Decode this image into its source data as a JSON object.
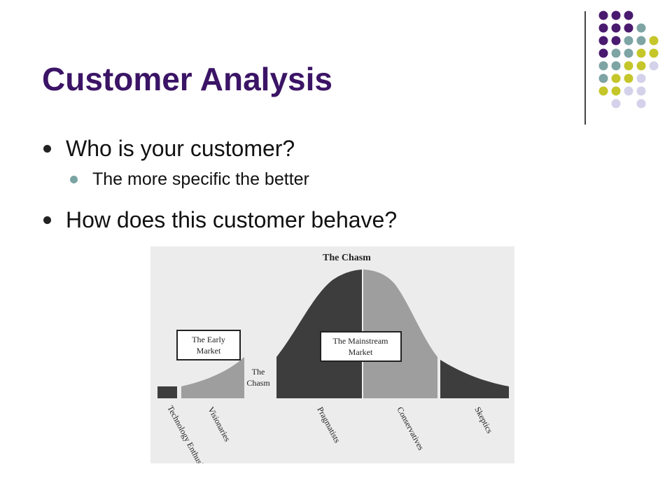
{
  "slide": {
    "title": "Customer Analysis",
    "bullets": [
      {
        "text": "Who is your customer?",
        "level": 1
      },
      {
        "text": "The more specific the better",
        "level": 2
      },
      {
        "text": "How does this customer behave?",
        "level": 1
      }
    ]
  },
  "decoration": {
    "dot_colors": {
      "purple": "#4a1a6e",
      "teal": "#7ea4a4",
      "olive": "#c5c62a",
      "lavender": "#d4d2ea"
    },
    "dot_rows": [
      [
        "purple",
        "purple",
        "purple"
      ],
      [
        "purple",
        "purple",
        "purple",
        "teal"
      ],
      [
        "purple",
        "purple",
        "teal",
        "teal",
        "olive"
      ],
      [
        "purple",
        "teal",
        "teal",
        "olive",
        "olive"
      ],
      [
        "teal",
        "teal",
        "olive",
        "olive",
        "lavender"
      ],
      [
        "teal",
        "olive",
        "olive",
        "lavender"
      ],
      [
        "olive",
        "olive",
        "lavender",
        "lavender"
      ],
      [
        "lavender",
        "lavender"
      ]
    ]
  },
  "diagram": {
    "top_label": "The Chasm",
    "early_market_label": [
      "The Early",
      "Market"
    ],
    "mainstream_label": [
      "The Mainstream",
      "Market"
    ],
    "chasm_label": [
      "The",
      "Chasm"
    ],
    "segments": [
      "Technology Enthusiasts",
      "Visionaries",
      "Pragmatists",
      "Conservatives",
      "Skeptics"
    ],
    "colors": {
      "dark": "#3d3d3d",
      "light": "#9e9e9e",
      "background": "#ececec"
    }
  }
}
